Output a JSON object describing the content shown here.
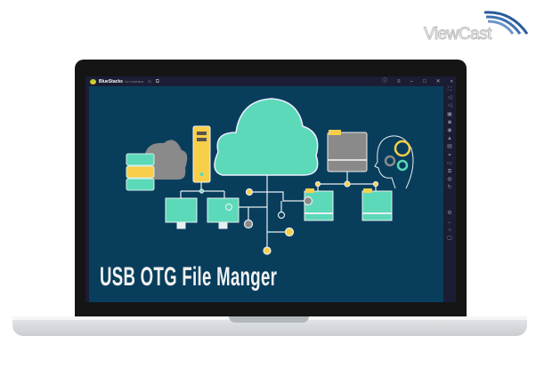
{
  "watermark": {
    "brand": "ViewCast"
  },
  "window": {
    "app_name": "BlueStacks",
    "version": "5.0.0.7228 Beta",
    "titlebar_icons": [
      "home-icon",
      "multi-instance-icon"
    ],
    "controls": [
      "help-icon",
      "menu-icon",
      "minimize-icon",
      "maximize-icon",
      "close-icon",
      "collapse-sidebar-icon"
    ]
  },
  "content": {
    "title": "USB OTG File Manger",
    "colors": {
      "background": "#083e5c",
      "teal": "#5cd9b8",
      "yellow": "#f8cf4a",
      "gray": "#8a8a8a"
    }
  },
  "sidebar": {
    "icons": [
      "fullscreen-icon",
      "volume-up-icon",
      "volume-down-icon",
      "screen-record-icon",
      "camera-icon",
      "macro-icon",
      "install-apk-icon",
      "media-icon",
      "screenshot-icon",
      "folder-icon",
      "multi-instance-icon",
      "eco-mode-icon",
      "rotate-icon",
      "settings-icon",
      "back-icon",
      "home-icon",
      "recent-apps-icon"
    ]
  }
}
